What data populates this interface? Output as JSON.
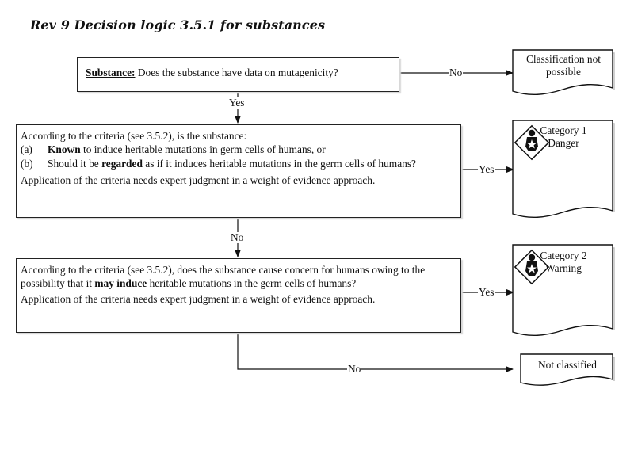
{
  "title": "Rev 9 Decision logic 3.5.1 for substances",
  "q0": {
    "bold_label": "Substance:",
    "text": " Does the substance have data on mutagenicity?"
  },
  "q1": {
    "intro": "According to the criteria (see 3.5.2), is the substance:",
    "a_key": "(a)",
    "a_bold": "Known",
    "a_rest": " to induce heritable mutations in germ cells of humans, or",
    "b_key": "(b)",
    "b_pre": "Should it be ",
    "b_bold": "regarded",
    "b_post": " as if it induces heritable mutations in the germ cells of humans?",
    "footer": "Application of the criteria needs expert judgment in a weight of evidence approach."
  },
  "q2": {
    "pre": "According to the criteria (see 3.5.2), does the substance cause concern for humans owing to the possibility that it ",
    "bold": "may induce",
    "post": " heritable mutations in the germ cells of humans?",
    "footer": "Application of the criteria needs expert judgment in a weight of evidence approach."
  },
  "outcomes": {
    "not_possible": "Classification not possible",
    "cat1_title": "Category 1",
    "cat1_signal": "Danger",
    "cat2_title": "Category 2",
    "cat2_signal": "Warning",
    "not_classified": "Not classified"
  },
  "connectors": {
    "no_1": "No",
    "yes_1": "Yes",
    "yes_2": "Yes",
    "no_2": "No",
    "yes_3": "Yes",
    "no_3": "No"
  },
  "icons": {
    "health_hazard": "health-hazard-pictogram"
  }
}
